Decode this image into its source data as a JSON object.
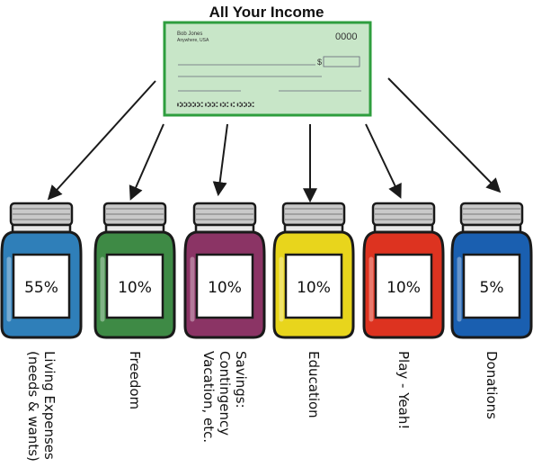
{
  "title": "All Your Income",
  "check": {
    "name": "Bob Jones",
    "address": "Anywhere, USA",
    "number": "0000",
    "dollar_sign": "$",
    "micr": "⑆⑆⑆⑆⑆⑆ ⑆⑆⑆ ⑆⑆ ⑆ ⑆⑆⑆⑆"
  },
  "jars": [
    {
      "percent": "55%",
      "label_lines": [
        "Living Expenses",
        "(needs & wants)"
      ],
      "color": "#2f7fb9"
    },
    {
      "percent": "10%",
      "label_lines": [
        "Freedom"
      ],
      "color": "#3e8a45"
    },
    {
      "percent": "10%",
      "label_lines": [
        "Savings:",
        "Contingency",
        "Vacation, etc."
      ],
      "color": "#8b3465"
    },
    {
      "percent": "10%",
      "label_lines": [
        "Education"
      ],
      "color": "#e8d51c"
    },
    {
      "percent": "10%",
      "label_lines": [
        "Play - Yeah!"
      ],
      "color": "#dd3320"
    },
    {
      "percent": "5%",
      "label_lines": [
        "Donations"
      ],
      "color": "#1a5fb0"
    }
  ],
  "colors": {
    "check_fill": "#c8e6c8",
    "check_border": "#2e9e3e",
    "lid": "#c9c9c9",
    "outline": "#1a1a1a"
  }
}
